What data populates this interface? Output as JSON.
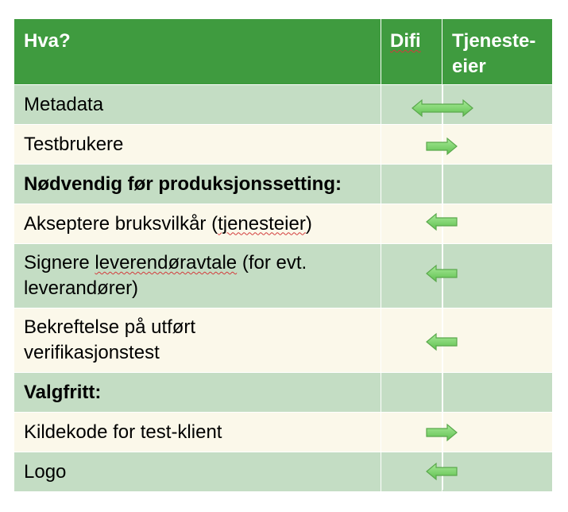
{
  "table": {
    "header": {
      "col1": "Hva?",
      "col2": "Difi",
      "col3_line1": "Tjeneste-",
      "col3_line2": "eier"
    },
    "rows": [
      {
        "text": "Metadata",
        "bold": false,
        "arrow": "both"
      },
      {
        "text": "Testbrukere",
        "bold": false,
        "arrow": "right"
      },
      {
        "text": "Nødvendig før produksjonssetting:",
        "bold": true,
        "arrow": "none"
      },
      {
        "text_pre": "Akseptere bruksvilkår (",
        "text_spell": "tjenesteier",
        "text_post": ")",
        "bold": false,
        "arrow": "left"
      },
      {
        "text_pre": "Signere ",
        "text_spell": "leverendøravtale",
        "text_post": " (for evt.",
        "line2": "leverandører)",
        "bold": false,
        "arrow": "left"
      },
      {
        "text": "Bekreftelse på utført",
        "line2": "verifikasjonstest",
        "bold": false,
        "arrow": "left"
      },
      {
        "text": "Valgfritt:",
        "bold": true,
        "arrow": "none"
      },
      {
        "text": "Kildekode for test-klient",
        "bold": false,
        "arrow": "right"
      },
      {
        "text": "Logo",
        "bold": false,
        "arrow": "left"
      }
    ]
  },
  "colors": {
    "header_green": "#3f9b3f",
    "row_dark": "#c4ddc4",
    "row_light": "#fbf8ea",
    "arrow_fill": "#7bd36b",
    "arrow_stroke": "#5aa84c"
  },
  "icons": {
    "both": "double-arrow-icon",
    "right": "right-arrow-icon",
    "left": "left-arrow-icon"
  }
}
